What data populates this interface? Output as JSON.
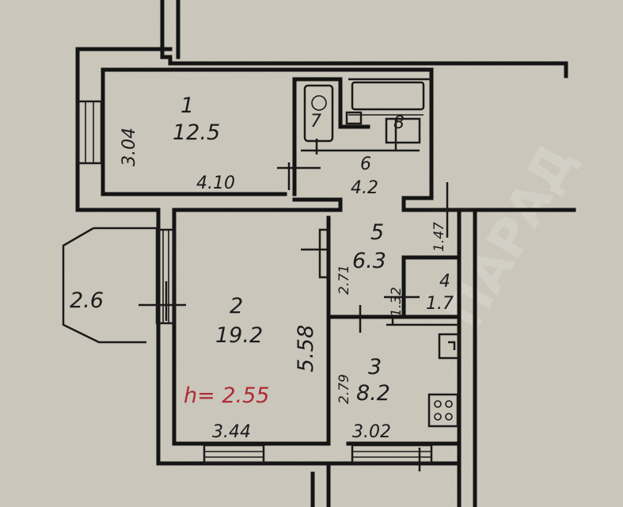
{
  "rooms": [
    {
      "id": "room-1",
      "number": "1",
      "area": "12.5"
    },
    {
      "id": "room-2",
      "number": "2",
      "area": "19.2"
    },
    {
      "id": "room-3",
      "number": "3",
      "area": "8.2"
    },
    {
      "id": "room-4",
      "number": "4",
      "area": "1.7"
    },
    {
      "id": "room-5",
      "number": "5",
      "area": "6.3"
    },
    {
      "id": "room-6",
      "number": "6",
      "area": "4.2"
    },
    {
      "id": "room-7",
      "number": "7",
      "area": ""
    },
    {
      "id": "room-8",
      "number": "8",
      "area": ""
    },
    {
      "id": "balcony",
      "number": "",
      "area": "2.6"
    }
  ],
  "dimensions": {
    "room1_height": "3.04",
    "room1_width": "4.10",
    "room2_length": "5.58",
    "room2_width": "3.44",
    "room3_width": "3.02",
    "room3_height": "2.79",
    "room5_width": "2.71",
    "room4_side": "1.32",
    "corridor": "1.47"
  },
  "ceiling_note": "h= 2.55",
  "watermark": "ПАРАД"
}
